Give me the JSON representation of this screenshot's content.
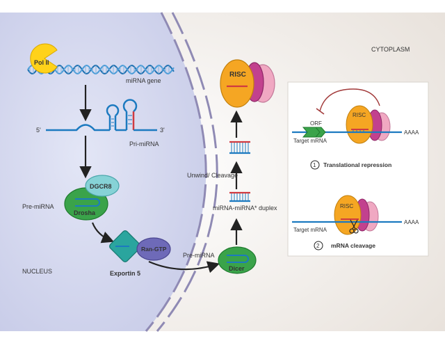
{
  "labels": {
    "pol2": "Pol II",
    "mirna_gene": "miRNA gene",
    "five_prime": "5'",
    "three_prime": "3'",
    "pri_mirna": "Pri-miRNA",
    "dgcr8": "DGCR8",
    "drosha": "Drosha",
    "pre_mirna_nucleus": "Pre-miRNA",
    "nucleus": "NUCLEUS",
    "ran_gtp": "Ran-GTP",
    "exportin5": "Exportin 5",
    "pre_mirna_cyto": "Pre-miRNA",
    "dicer": "Dicer",
    "duplex": "miRNA-miRNA* duplex",
    "unwind": "Unwind/ Cleavage",
    "risc_main": "RISC",
    "cytoplasm": "CYTOPLASM"
  },
  "panel": {
    "orf": "ORF",
    "risc_top": "RISC",
    "target_top": "Target mRNA",
    "polya_top": "AAAA",
    "step1_num": "1",
    "step1_text": "Translational repression",
    "risc_bottom": "RISC",
    "target_bottom": "Target mRNA",
    "polya_bottom": "AAAA",
    "step2_num": "2",
    "step2_text": "mRNA cleavage"
  },
  "colors": {
    "nucleus_fill": "#cdd2ec",
    "cytoplasm_fill": "#ece7e2",
    "membrane": "#8f8ab4",
    "rna": "#1c7ac0",
    "mirna_red": "#d03a40",
    "drosha_green": "#3aa34a",
    "dgcr8_teal": "#86d2d6",
    "exportin_teal": "#2aa59e",
    "ran_purple": "#6e6ab8",
    "risc_orange": "#f5a623",
    "risc_magenta": "#c2418e",
    "risc_pink": "#f0a8c2",
    "pol2_yellow": "#ffd21a",
    "label_blue": "#1f78b4"
  }
}
